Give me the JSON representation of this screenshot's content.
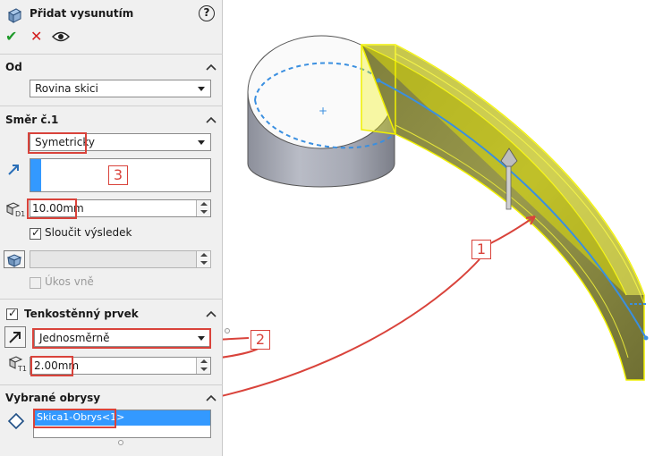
{
  "feature": {
    "title": "Přidat vysunutím",
    "help": "?"
  },
  "from": {
    "title": "Od",
    "value": "Rovina skici"
  },
  "direction1": {
    "title": "Směr č.1",
    "end_condition": "Symetricky",
    "depth": "10.00mm",
    "merge_label": "Sloučit výsledek",
    "draft_label": "Úkos vně"
  },
  "thin": {
    "title": "Tenkostěnný prvek",
    "type": "Jednosměrně",
    "thickness": "2.00mm"
  },
  "contours": {
    "title": "Vybrané obrysy",
    "item": "Skica1-Obrys<1>"
  },
  "callouts": {
    "one": "1",
    "two": "2",
    "three": "3"
  },
  "colors": {
    "accent": "#3399ff",
    "callout": "#d9433b",
    "extrude_fill": "#8a8a45",
    "extrude_edge": "#f0f000",
    "sketch": "#3a8fe0"
  }
}
